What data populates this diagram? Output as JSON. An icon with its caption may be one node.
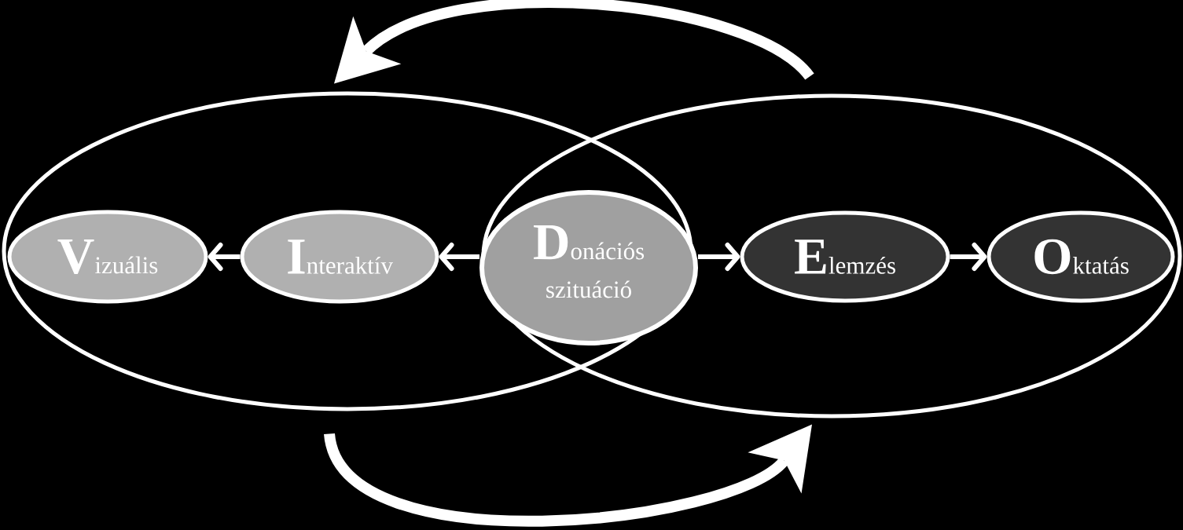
{
  "diagram": {
    "nodes": [
      {
        "text": [],
        "shape": "ellipse"
      },
      {
        "text": [],
        "shape": "ellipse"
      },
      {
        "text": [
          "**V**izuális"
        ],
        "in": 0
      },
      {
        "text": [
          "**I**nteraktív"
        ],
        "in": 0
      },
      {
        "text": [
          "**D**onációs szituáció"
        ]
      },
      {
        "text": [
          "**E**lemzés"
        ],
        "in": 1
      },
      {
        "text": [
          "**O**ktatás"
        ],
        "in": 1
      }
    ],
    "edges": [
      {
        "from": 1,
        "to": 0,
        "arrow": "to",
        "style": "thick"
      },
      {
        "from": 4,
        "to": 3,
        "arrow": "to"
      },
      {
        "from": 3,
        "to": 2,
        "arrow": "to"
      },
      {
        "from": 4,
        "to": 5,
        "arrow": "to"
      },
      {
        "from": 5,
        "to": 6,
        "arrow": "to"
      },
      {
        "from": 0,
        "to": 1,
        "arrow": "to",
        "style": "thick"
      }
    ]
  }
}
